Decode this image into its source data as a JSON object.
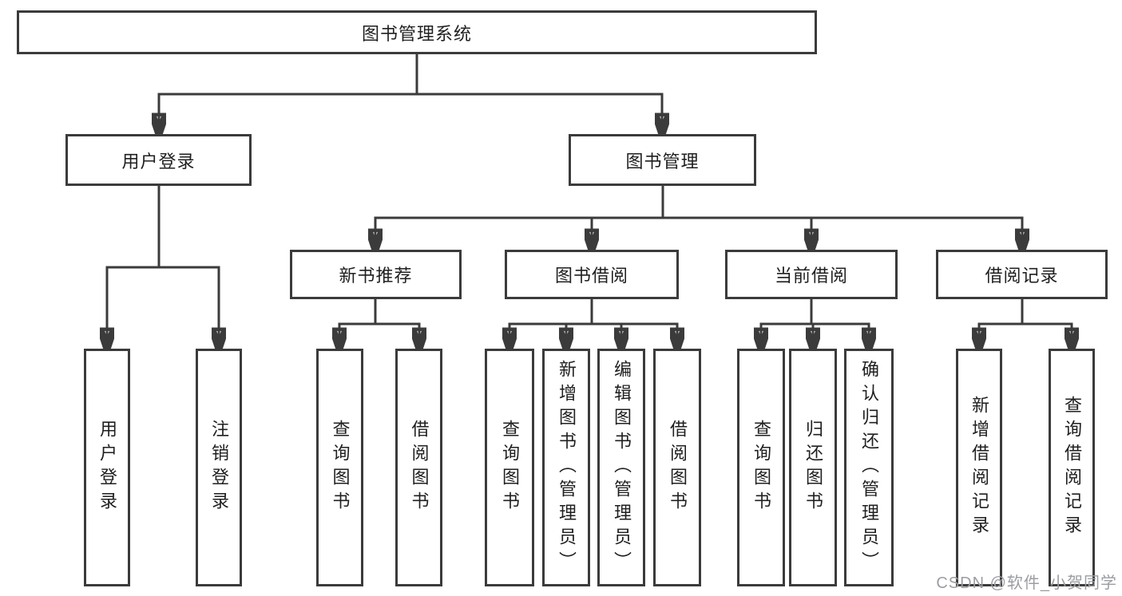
{
  "colors": {
    "line": "#3b3b3b",
    "box_border": "#3b3b3b",
    "box_fill": "#ffffff",
    "text": "#1f1f1f",
    "watermark": "#9b9da2",
    "background": "#ffffff"
  },
  "diagram": {
    "root": {
      "label": "图书管理系统"
    },
    "level2": [
      {
        "label": "用户登录"
      },
      {
        "label": "图书管理"
      }
    ],
    "level3": [
      {
        "label": "新书推荐"
      },
      {
        "label": "图书借阅"
      },
      {
        "label": "当前借阅"
      },
      {
        "label": "借阅记录"
      }
    ],
    "leaves": {
      "user_login": [
        {
          "label": "用户登录"
        },
        {
          "label": "注销登录"
        }
      ],
      "new_book_recommend": [
        {
          "label": "查询图书"
        },
        {
          "label": "借阅图书"
        }
      ],
      "book_borrow": [
        {
          "label": "查询图书"
        },
        {
          "label": "新增图书（管理员）"
        },
        {
          "label": "编辑图书（管理员）"
        },
        {
          "label": "借阅图书"
        }
      ],
      "current_borrow": [
        {
          "label": "查询图书"
        },
        {
          "label": "归还图书"
        },
        {
          "label": "确认归还（管理员）"
        }
      ],
      "borrow_record": [
        {
          "label": "新增借阅记录"
        },
        {
          "label": "查询借阅记录"
        }
      ]
    }
  },
  "watermark": {
    "text": "CSDN @软件_小贺同学"
  }
}
